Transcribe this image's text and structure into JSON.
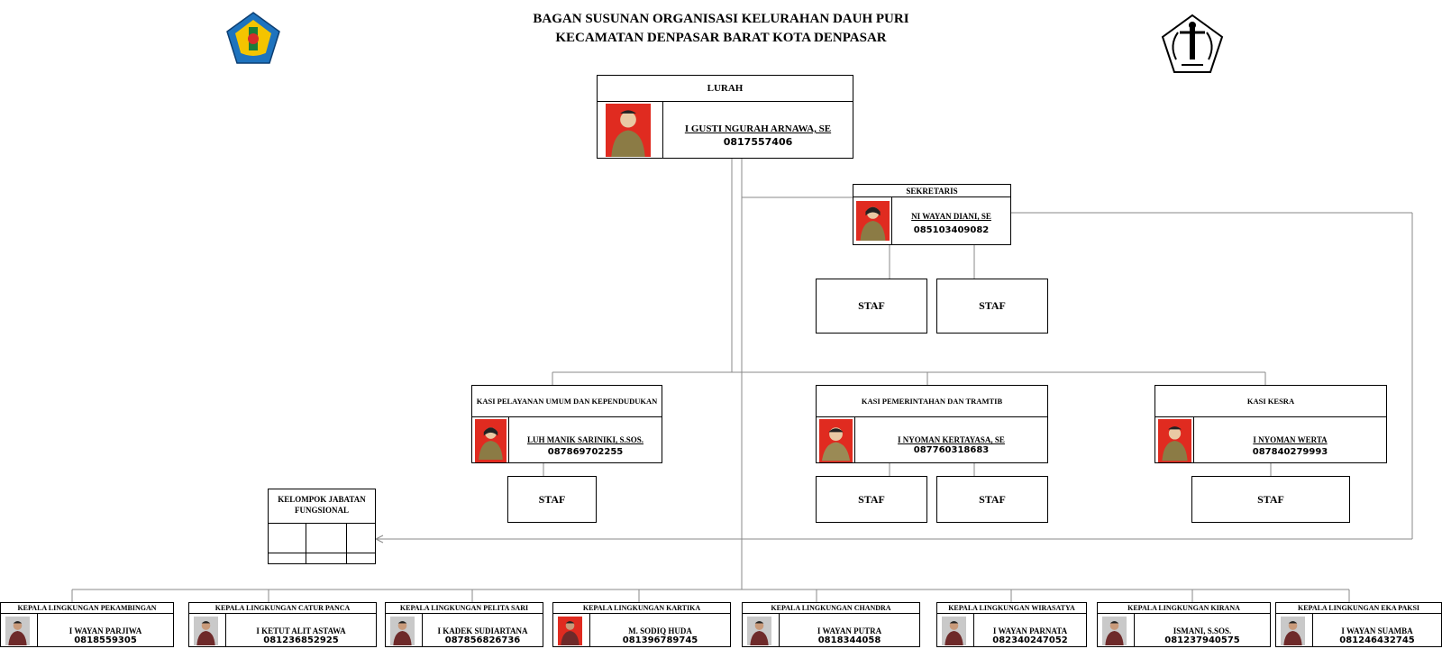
{
  "title": {
    "line1": "BAGAN SUSUNAN ORGANISASI KELURAHAN DAUH PURI",
    "line2": "KECAMATAN DENPASAR BARAT KOTA DENPASAR"
  },
  "logos": {
    "left": "denpasar-city-emblem-icon",
    "right": "district-seal-icon"
  },
  "lurah": {
    "title": "LURAH",
    "name": "I GUSTI NGURAH ARNAWA, SE",
    "phone": "0817557406"
  },
  "sekretaris": {
    "title": "SEKRETARIS",
    "name": "NI WAYAN DIANI, SE",
    "phone": "085103409082"
  },
  "staf_label": "STAF",
  "kasi": [
    {
      "title": "KASI PELAYANAN UMUM DAN KEPENDUDUKAN",
      "name": "LUH MANIK SARINIKI, S.SOS.",
      "phone": "087869702255"
    },
    {
      "title": "KASI PEMERINTAHAN DAN TRAMTIB",
      "name": "I NYOMAN KERTAYASA, SE",
      "phone": "087760318683"
    },
    {
      "title": "KASI KESRA",
      "name": "I NYOMAN WERTA",
      "phone": "087840279993"
    }
  ],
  "fungsional": {
    "title_line1": "KELOMPOK JABATAN",
    "title_line2": "FUNGSIONAL"
  },
  "lingkungan": [
    {
      "title": "KEPALA LINGKUNGAN PEKAMBINGAN",
      "name": "I WAYAN PARJIWA",
      "phone": "0818559305"
    },
    {
      "title": "KEPALA LINGKUNGAN CATUR PANCA",
      "name": "I KETUT ALIT ASTAWA",
      "phone": "081236852925"
    },
    {
      "title": "KEPALA LINGKUNGAN PELITA SARI",
      "name": "I KADEK SUDIARTANA",
      "phone": "087856826736"
    },
    {
      "title": "KEPALA LINGKUNGAN KARTIKA",
      "name": "M. SODIQ HUDA",
      "phone": "081396789745"
    },
    {
      "title": "KEPALA LINGKUNGAN CHANDRA",
      "name": "I WAYAN PUTRA",
      "phone": "0818344058"
    },
    {
      "title": "KEPALA LINGKUNGAN WIRASATYA",
      "name": "I WAYAN PARNATA",
      "phone": "082340247052"
    },
    {
      "title": "KEPALA LINGKUNGAN KIRANA",
      "name": "ISMANI, S.SOS.",
      "phone": "081237940575"
    },
    {
      "title": "KEPALA LINGKUNGAN EKA PAKSI",
      "name": "I WAYAN SUAMBA",
      "phone": "081246432745"
    }
  ],
  "colors": {
    "photo_bg_red": "#e02b20",
    "photo_bg_gray": "#c9c9c9",
    "line": "#8a8a8a",
    "emblem_blue": "#1e73be",
    "emblem_yellow": "#f4c400"
  }
}
